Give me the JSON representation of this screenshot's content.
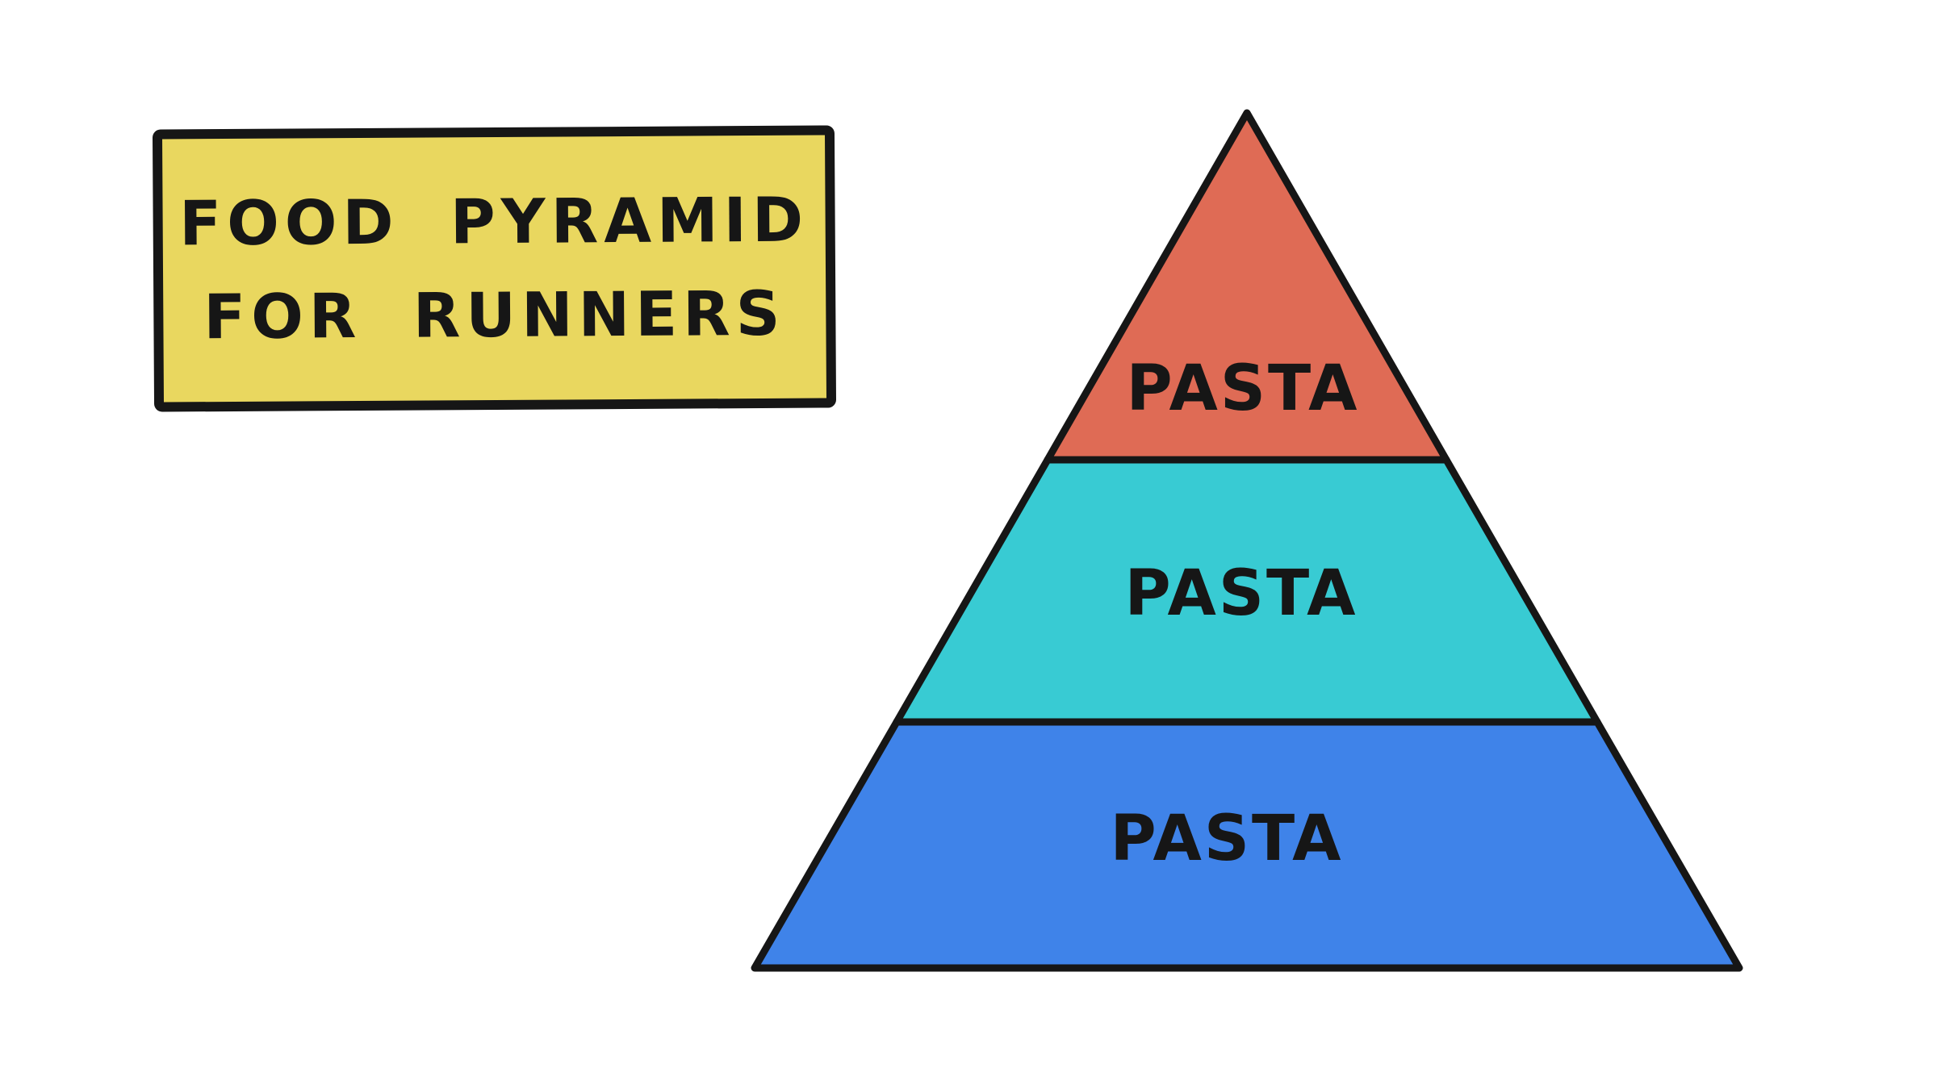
{
  "page": {
    "background_color": "#ffffff"
  },
  "title_card": {
    "line1": "FOOD PYRAMID",
    "line2": "FOR RUNNERS",
    "background_color": "#e9d75f",
    "border_color": "#161616",
    "text_color": "#161616"
  },
  "chart_data": {
    "type": "pyramid",
    "title": "FOOD PYRAMID FOR RUNNERS",
    "outline_color": "#161616",
    "levels": [
      {
        "position": "top",
        "rank": 1,
        "label": "PASTA",
        "color": "#df6b55"
      },
      {
        "position": "middle",
        "rank": 2,
        "label": "PASTA",
        "color": "#38cbd3"
      },
      {
        "position": "bottom",
        "rank": 3,
        "label": "PASTA",
        "color": "#3f83e9"
      }
    ]
  }
}
